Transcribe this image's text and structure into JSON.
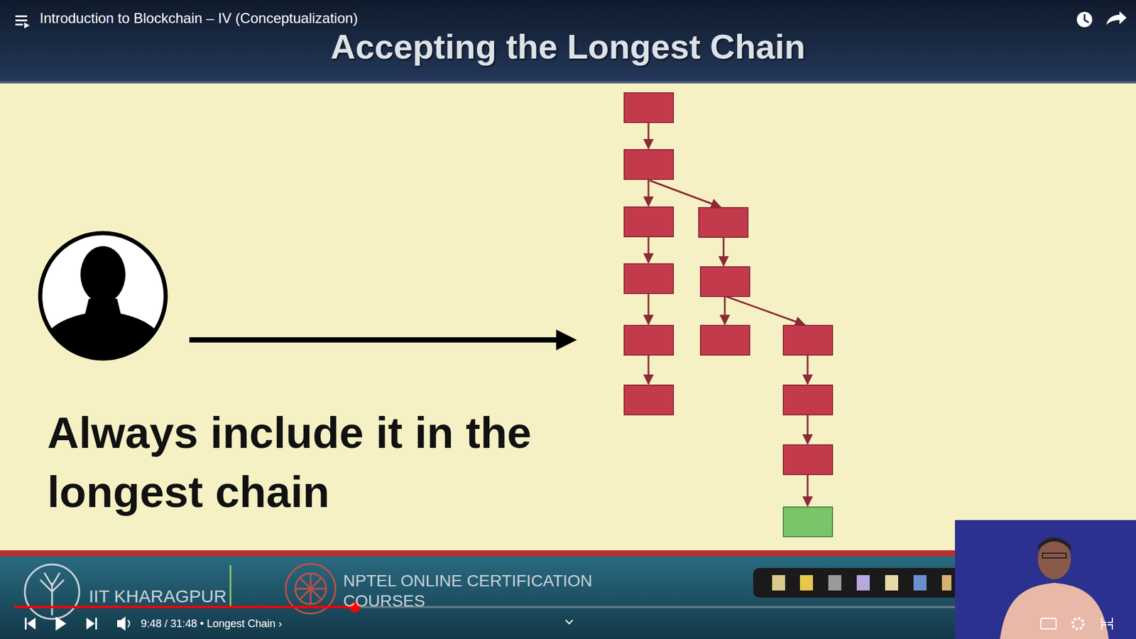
{
  "diagram": {
    "title": "Accepting the Longest Chain",
    "labels": [
      "Introduction to Blockchain – IV (Conceptualization)",
      "Always include it in the longest chain",
      "IIT KHARAGPUR",
      "NPTEL ONLINE CERTIFICATION COURSES",
      "9:48 / 31:48 • Longest Chain ›"
    ]
  }
}
